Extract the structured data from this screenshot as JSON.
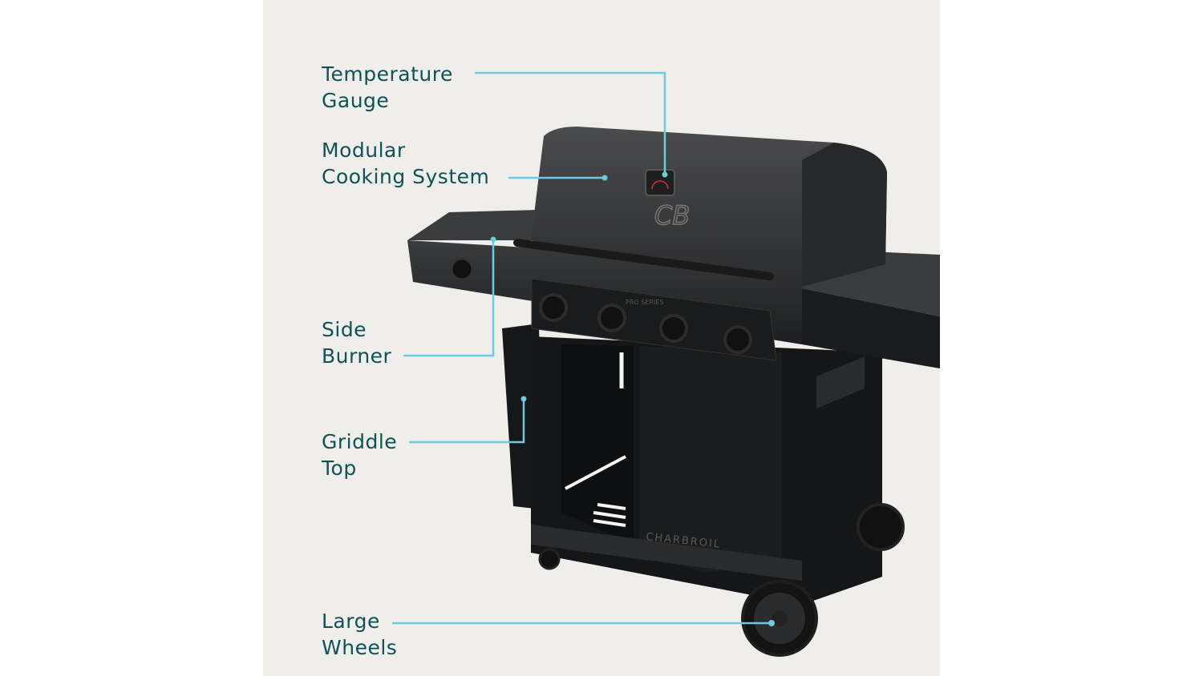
{
  "callouts": [
    {
      "id": "temperature-gauge",
      "lines": [
        "Temperature",
        "Gauge"
      ]
    },
    {
      "id": "modular-cooking-system",
      "lines": [
        "Modular",
        "Cooking System"
      ]
    },
    {
      "id": "side-burner",
      "lines": [
        "Side",
        "Burner"
      ]
    },
    {
      "id": "griddle-top",
      "lines": [
        "Griddle",
        "Top"
      ]
    },
    {
      "id": "large-wheels",
      "lines": [
        "Large",
        "Wheels"
      ]
    }
  ],
  "product": {
    "lid_logo": "CB",
    "control_panel_text": "PRO SERIES",
    "cabinet_brand": "CHARBROIL"
  },
  "colors": {
    "background": "#efeeeb",
    "label_text": "#0f5257",
    "callout_line": "#6ccbe0",
    "grill_body": "#222324"
  }
}
